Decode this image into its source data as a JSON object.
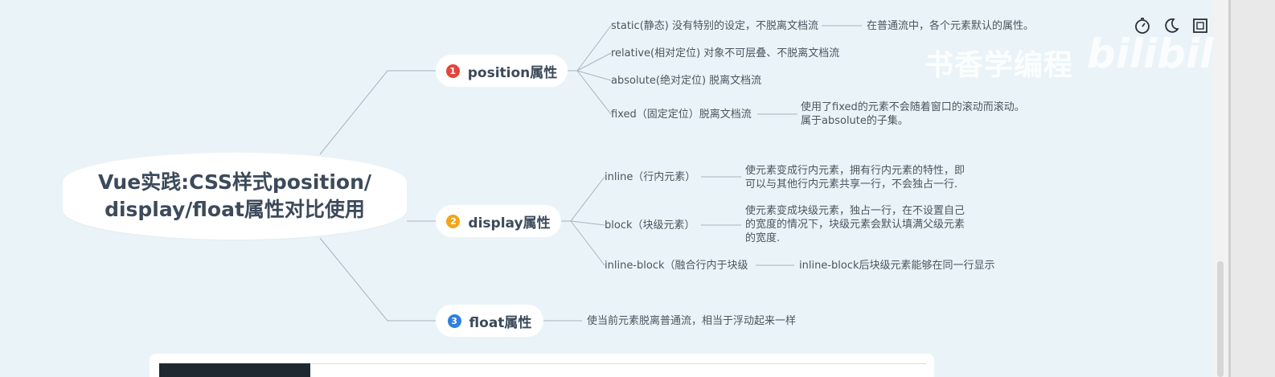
{
  "root": {
    "line1": "Vue实践:CSS样式position/",
    "line2": "display/float属性对比使用"
  },
  "branches": [
    {
      "num": "1",
      "label": "position属性",
      "color": "#e2453c",
      "items": [
        {
          "text": "static(静态) 没有特别的设定，不脱离文档流",
          "note": "在普通流中，各个元素默认的属性。"
        },
        {
          "text": "relative(相对定位) 对象不可层叠、不脱离文档流"
        },
        {
          "text": "absolute(绝对定位) 脱离文档流"
        },
        {
          "text": "fixed（固定定位）脱离文档流",
          "note1": "使用了fixed的元素不会随着窗口的滚动而滚动。",
          "note2": "属于absolute的子集。"
        }
      ]
    },
    {
      "num": "2",
      "label": "display属性",
      "color": "#f2a51a",
      "items": [
        {
          "text": "inline（行内元素）",
          "note1": "使元素变成行内元素，拥有行内元素的特性，即",
          "note2": "可以与其他行内元素共享一行，不会独占一行."
        },
        {
          "text": "block（块级元素）",
          "note1": "使元素变成块级元素，独占一行，在不设置自己",
          "note2": "的宽度的情况下，块级元素会默认填满父级元素",
          "note3": "的宽度."
        },
        {
          "text": "inline-block（融合行内于块级",
          "note": "inline-block后块级元素能够在同一行显示"
        }
      ]
    },
    {
      "num": "3",
      "label": "float属性",
      "color": "#2f7ee0",
      "items": [
        {
          "text": "使当前元素脱离普通流，相当于浮动起来一样"
        }
      ]
    }
  ],
  "watermark": {
    "text": "书香学编程",
    "logo": "bilibili"
  },
  "toolbar": {
    "icons": [
      "timer-icon",
      "moon-icon",
      "fullscreen-icon"
    ]
  },
  "colors": {
    "background": "#eaf4f8",
    "connector": "#a7b4bc"
  }
}
